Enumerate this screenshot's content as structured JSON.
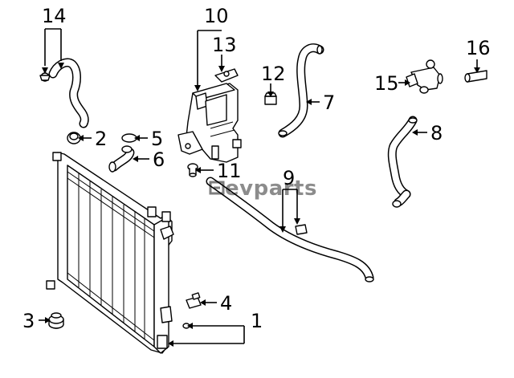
{
  "watermark": {
    "text": "evparts",
    "logo_icon": "ev-badge-icon"
  },
  "callouts": {
    "c1": "1",
    "c2": "2",
    "c3": "3",
    "c4": "4",
    "c5": "5",
    "c6": "6",
    "c7": "7",
    "c8": "8",
    "c9": "9",
    "c10": "10",
    "c11": "11",
    "c12": "12",
    "c13": "13",
    "c14": "14",
    "c15": "15",
    "c16": "16"
  },
  "colors": {
    "line": "#000000",
    "background": "#ffffff"
  }
}
